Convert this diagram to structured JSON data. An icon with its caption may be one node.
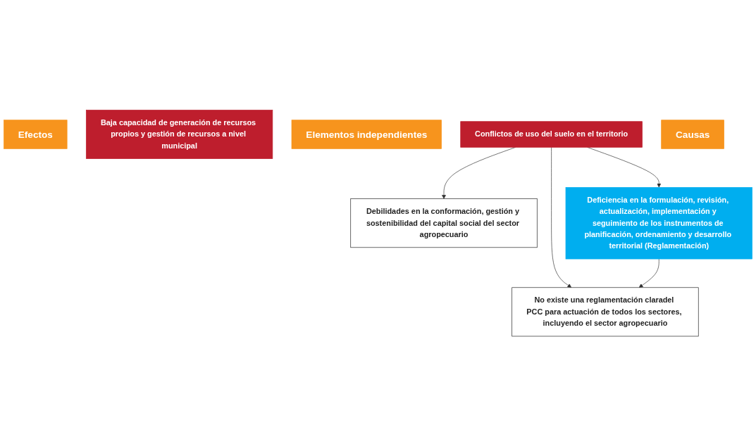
{
  "diagram": {
    "nodes": [
      {
        "text": [
          "Efectos"
        ]
      },
      {
        "text": [
          "Baja capacidad de generación de recursos propios y gestión de recursos a nivel municipal"
        ]
      },
      {
        "text": [
          "Debilidades en la conformación, gestión y sostenibilidad del capital social del sector agropecuario"
        ]
      },
      {
        "text": [
          "Elementos independientes"
        ]
      },
      {
        "text": [
          "Conflictos de uso del suelo en el territorio"
        ]
      },
      {
        "text": [
          "No existe una reglamentación claradel PCC para actuación de todos los sectores, incluyendo el sector agropecuario"
        ]
      },
      {
        "text": [
          "Causas"
        ]
      },
      {
        "text": [
          "Deficiencia en la formulación, revisión, actualización, implementación y seguimiento de los instrumentos de planificación, ordenamiento y desarrollo territorial (Reglamentación)"
        ]
      }
    ],
    "edges": [
      {
        "from": 4,
        "to": 2,
        "arrow": "to"
      },
      {
        "from": 4,
        "to": 5,
        "arrow": "to"
      },
      {
        "from": 4,
        "to": 7,
        "arrow": "to"
      },
      {
        "from": 7,
        "to": 5,
        "arrow": "to"
      }
    ]
  }
}
